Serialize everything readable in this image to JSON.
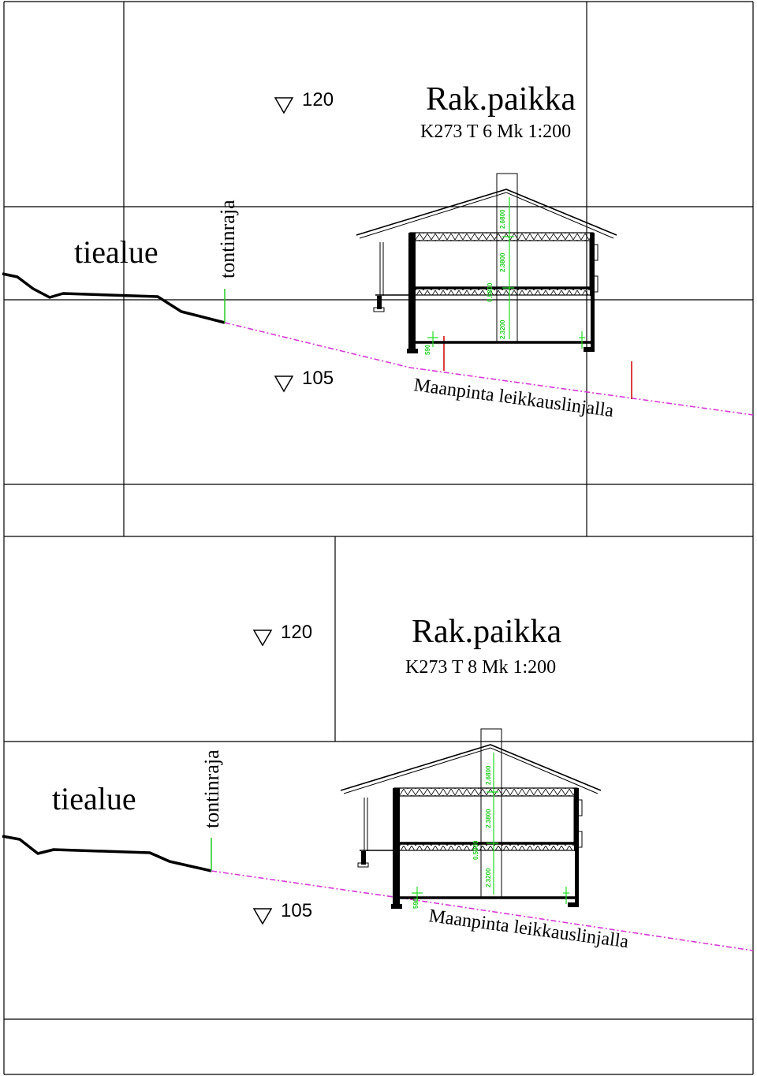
{
  "sheets": [
    {
      "title": "Rak.paikka",
      "subtitle": "K273 T 6 Mk 1:200",
      "level_top": "120",
      "level_bottom": "105",
      "road_label": "tiealue",
      "boundary_label": "tontinraja",
      "ground_label": "Maanpinta leikkauslinjalla",
      "dim_labels": [
        "0.5800",
        "2.3800",
        "2.6800",
        "2.3200",
        "590"
      ]
    },
    {
      "title": "Rak.paikka",
      "subtitle": "K273 T 8 Mk 1:200",
      "level_top": "120",
      "level_bottom": "105",
      "road_label": "tiealue",
      "boundary_label": "tontinraja",
      "ground_label": "Maanpinta leikkauslinjalla",
      "dim_labels": [
        "0.5800",
        "2.3800",
        "2.6800",
        "2.3200",
        "590"
      ]
    }
  ],
  "colors": {
    "lines": "#000000",
    "ground_section": "#d63ad6",
    "boundary": "#22cc22",
    "marker": "#cc0000"
  }
}
